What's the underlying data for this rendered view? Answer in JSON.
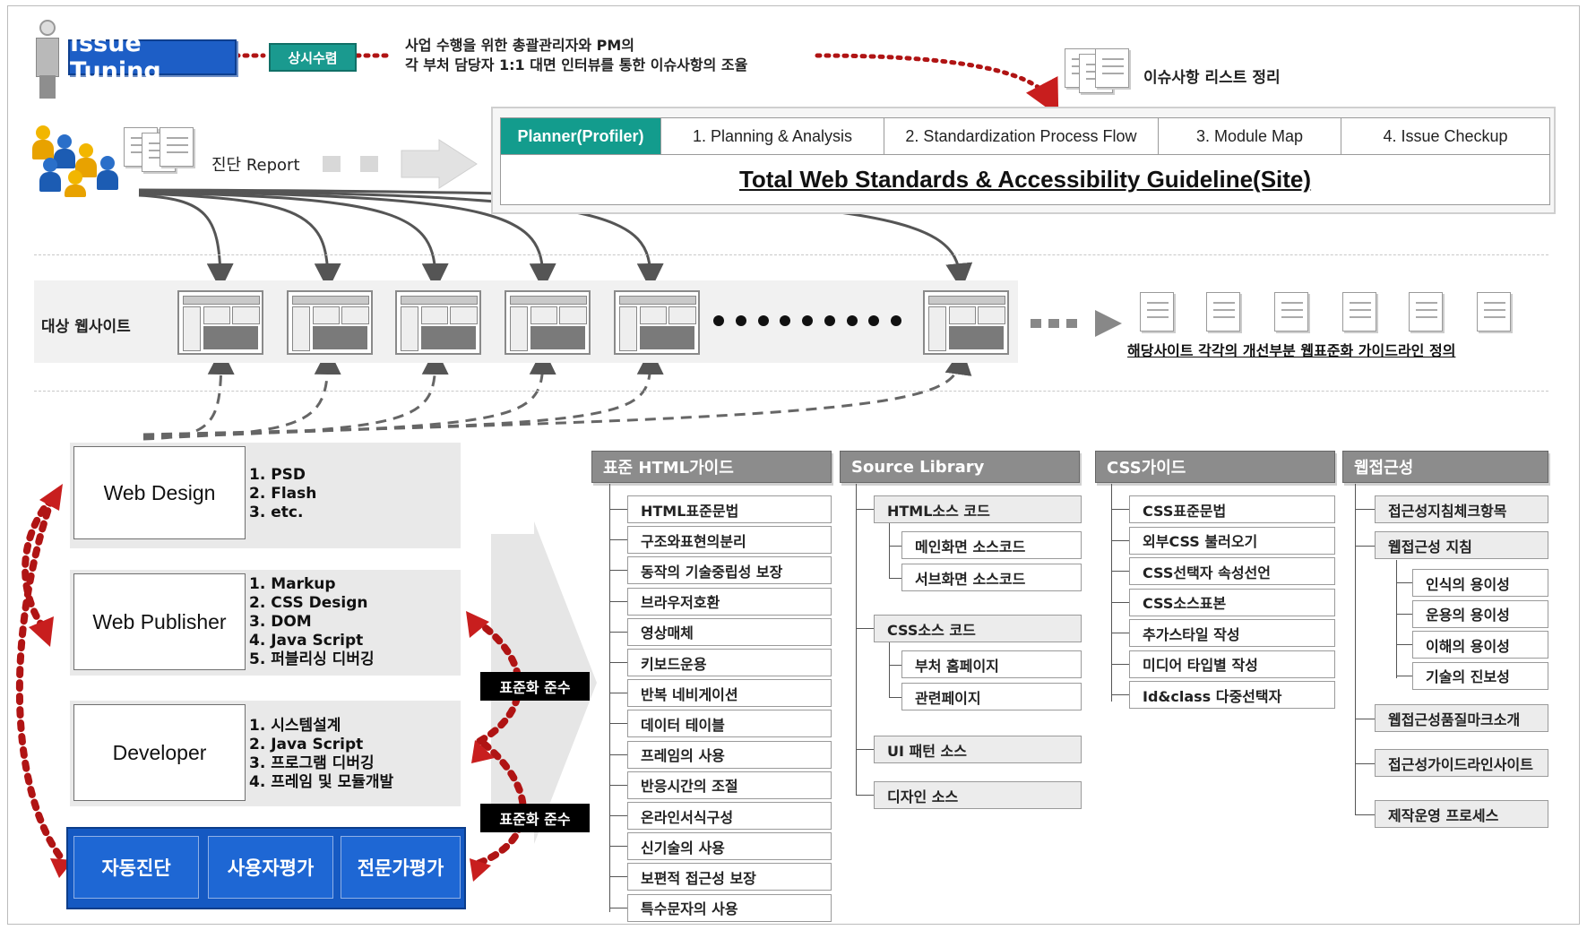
{
  "top": {
    "issue_tuning": "Issue Tuning",
    "tag_always": "상시수렴",
    "interview_line1": "사업 수행을 위한 총괄관리자와 PM의",
    "interview_line2": "각 부처 담당자 1:1 대면 인터뷰를 통한 이슈사항의 조율",
    "issue_list": "이슈사항 리스트 정리",
    "report": "진단 Report"
  },
  "guide": {
    "tabs": [
      "Planner(Profiler)",
      "1. Planning & Analysis",
      "2. Standardization Process Flow",
      "3. Module Map",
      "4. Issue Checkup"
    ],
    "title": "Total Web Standards & Accessibility Guideline(Site)"
  },
  "sites": {
    "label": "대상 웹사이트",
    "guideline_text": "해당사이트 각각의 개선부분 웹표준화 가이드라인 정의"
  },
  "roles": [
    {
      "name": "Web Design",
      "tasks": [
        "1. PSD",
        "2. Flash",
        "3. etc."
      ]
    },
    {
      "name": "Web Publisher",
      "tasks": [
        "1. Markup",
        "2. CSS Design",
        "3. DOM",
        "4. Java Script",
        "5. 퍼블리싱 디버깅"
      ]
    },
    {
      "name": "Developer",
      "tasks": [
        "1. 시스템설계",
        "2. Java Script",
        "3. 프로그램 디버깅",
        "4. 프레임 및 모듈개발"
      ]
    }
  ],
  "evaluation": [
    "자동진단",
    "사용자평가",
    "전문가평가"
  ],
  "compliance_tag": "표준화 준수",
  "columns": {
    "html": {
      "title": "표준 HTML가이드",
      "items": [
        "HTML표준문법",
        "구조와표현의분리",
        "동작의 기술중립성 보장",
        "브라우저호환",
        "영상매체",
        "키보드운용",
        "반복 네비게이션",
        "데이터 테이블",
        "프레임의 사용",
        "반응시간의 조절",
        "온라인서식구성",
        "신기술의 사용",
        "보편적 접근성 보장",
        "특수문자의 사용"
      ]
    },
    "source": {
      "title": "Source Library",
      "html_src": "HTML소스 코드",
      "html_children": [
        "메인화면 소스코드",
        "서브화면 소스코드"
      ],
      "css_src": "CSS소스 코드",
      "css_children": [
        "부처 홈페이지",
        "관련페이지"
      ],
      "ui_pattern": "UI 패턴 소스",
      "design_src": "디자인 소스"
    },
    "css": {
      "title": "CSS가이드",
      "items": [
        "CSS표준문법",
        "외부CSS 불러오기",
        "CSS선택자 속성선언",
        "CSS소스표본",
        "추가스타일 작성",
        "미디어 타입별 작성",
        "Id&class 다중선택자"
      ]
    },
    "a11y": {
      "title": "웹접근성",
      "checklist": "접근성지침체크항목",
      "guideline": "웹접근성 지침",
      "principles": [
        "인식의 용이성",
        "운용의 용이성",
        "이해의 용이성",
        "기술의 진보성"
      ],
      "quality_mark": "웹접근성품질마크소개",
      "guide_sites": "접근성가이드라인사이트",
      "process": "제작운영 프로세스"
    }
  }
}
